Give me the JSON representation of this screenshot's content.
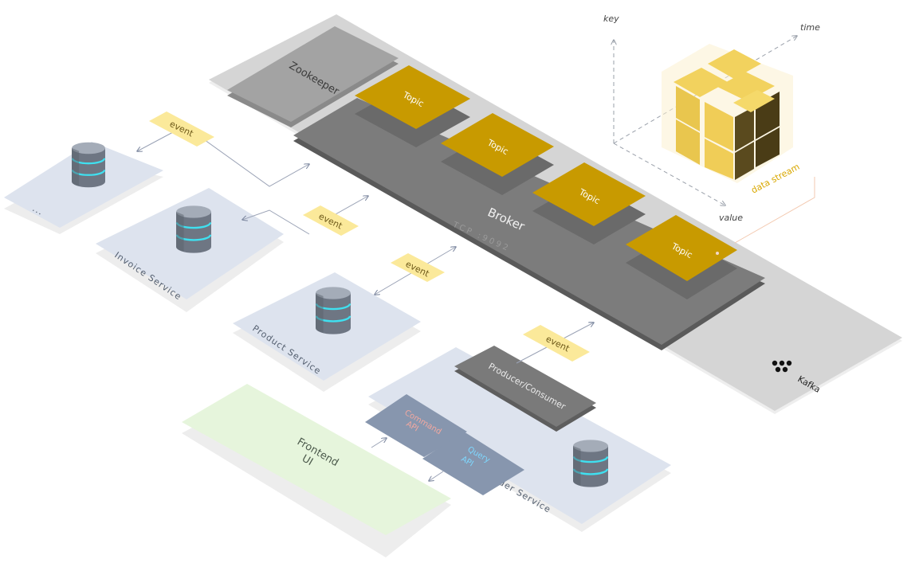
{
  "zookeeper": {
    "label": "Zookeeper"
  },
  "broker": {
    "label": "Broker",
    "port": "TCP :9092"
  },
  "topics": [
    {
      "label": "Topic"
    },
    {
      "label": "Topic"
    },
    {
      "label": "Topic"
    },
    {
      "label": "Topic"
    }
  ],
  "kafka": {
    "label": "Kafka"
  },
  "axes": {
    "key": "key",
    "time": "time",
    "value": "value"
  },
  "data_stream": {
    "label": "data stream"
  },
  "services": {
    "unnamed": {
      "label": "..."
    },
    "invoice": {
      "label": "Invoice Service"
    },
    "product": {
      "label": "Product Service"
    },
    "order": {
      "label": "Order Service"
    }
  },
  "events": [
    "event",
    "event",
    "event",
    "event"
  ],
  "producer_consumer": {
    "label": "Producer/Consumer"
  },
  "command_api": {
    "line1": "Command",
    "line2": "API"
  },
  "query_api": {
    "line1": "Query",
    "line2": "API"
  },
  "frontend": {
    "line1": "Frontend",
    "line2": "UI"
  },
  "colors": {
    "topic": "#c89a00",
    "broker": "#7c7c7c",
    "zookeeper": "#9e9e9e",
    "kafka_platform": "#d3d3d3",
    "service_panel": "#dde3ee",
    "event_tag": "#fbe99a",
    "frontend": "#e6f5dc",
    "api": "#8796ae",
    "db_ring": "#3fe0f0",
    "cube": "#f0cd57"
  }
}
